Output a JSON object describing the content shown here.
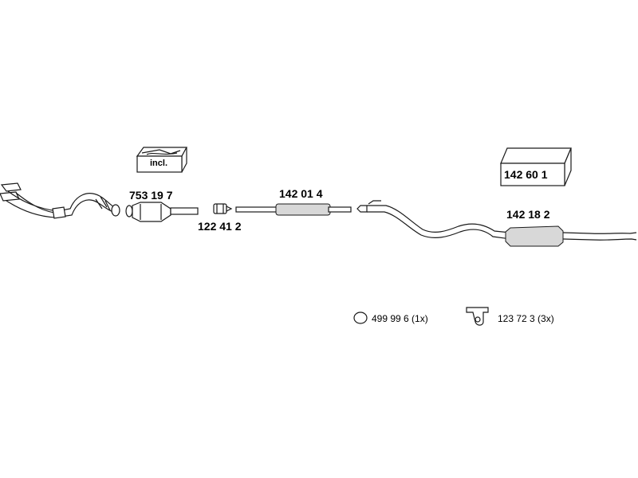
{
  "parts": {
    "downpipe_kit_badge": "incl.",
    "catalytic_converter": "753 19 7",
    "clamp": "122 41 2",
    "middle_silencer": "142 01 4",
    "rear_silencer": "142 18 2",
    "mounting_kit": "142 60 1"
  },
  "accessories": {
    "ring": "499 99 6 (1x)",
    "hanger": "123 72 3 (3x)"
  }
}
